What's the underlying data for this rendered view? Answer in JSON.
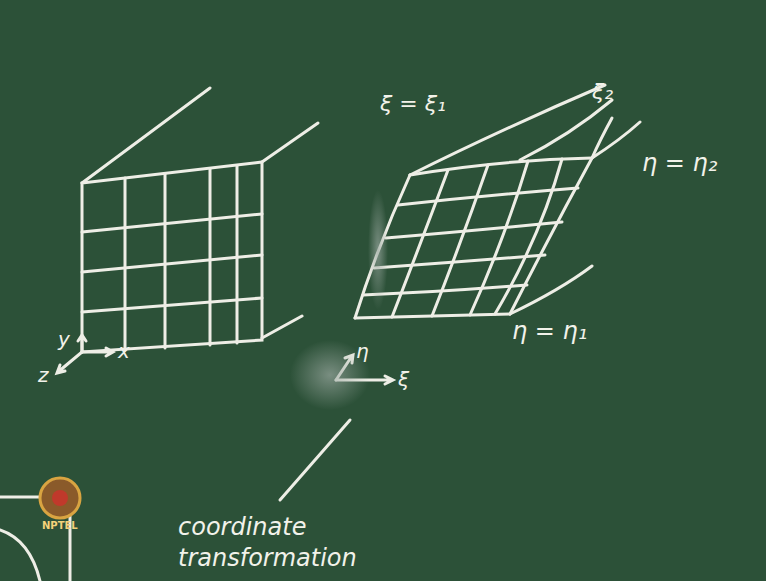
{
  "diagram": {
    "labels": [
      "ξ = ξ₁",
      "ξ₂",
      "η = η₂",
      "η = η₁",
      "y",
      "x",
      "z",
      "η",
      "ξ",
      "coordinate transformation",
      "NPTEL"
    ]
  }
}
